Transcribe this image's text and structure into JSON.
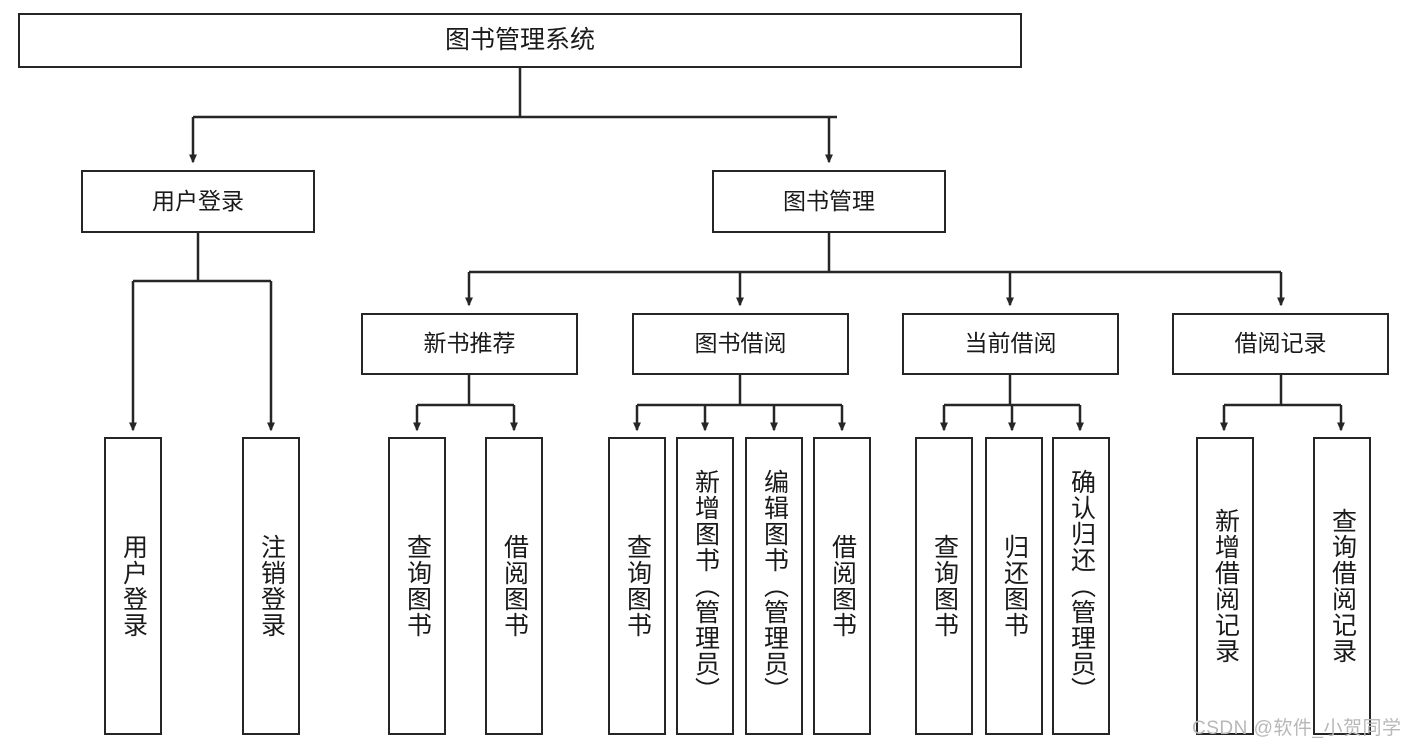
{
  "diagram": {
    "title": "图书管理系统",
    "type": "functional-structure-tree",
    "root": {
      "label": "图书管理系统"
    },
    "level2": [
      {
        "label": "用户登录"
      },
      {
        "label": "图书管理"
      }
    ],
    "level3": [
      {
        "label": "新书推荐"
      },
      {
        "label": "图书借阅"
      },
      {
        "label": "当前借阅"
      },
      {
        "label": "借阅记录"
      }
    ],
    "leaves": {
      "user_login": [
        {
          "label": "用户登录"
        },
        {
          "label": "注销登录"
        }
      ],
      "new_book_recommend": [
        {
          "label": "查询图书"
        },
        {
          "label": "借阅图书"
        }
      ],
      "book_borrow": [
        {
          "label": "查询图书"
        },
        {
          "label": "新增图书（管理员）"
        },
        {
          "label": "编辑图书（管理员）"
        },
        {
          "label": "借阅图书"
        }
      ],
      "current_borrow": [
        {
          "label": "查询图书"
        },
        {
          "label": "归还图书"
        },
        {
          "label": "确认归还（管理员）"
        }
      ],
      "borrow_record": [
        {
          "label": "新增借阅记录"
        },
        {
          "label": "查询借阅记录"
        }
      ]
    }
  },
  "watermark": {
    "text": "CSDN @软件_小贺同学"
  },
  "colors": {
    "stroke": "#262626",
    "background": "#ffffff",
    "text": "#1a1a1a",
    "watermark": "#b8b8b8"
  }
}
